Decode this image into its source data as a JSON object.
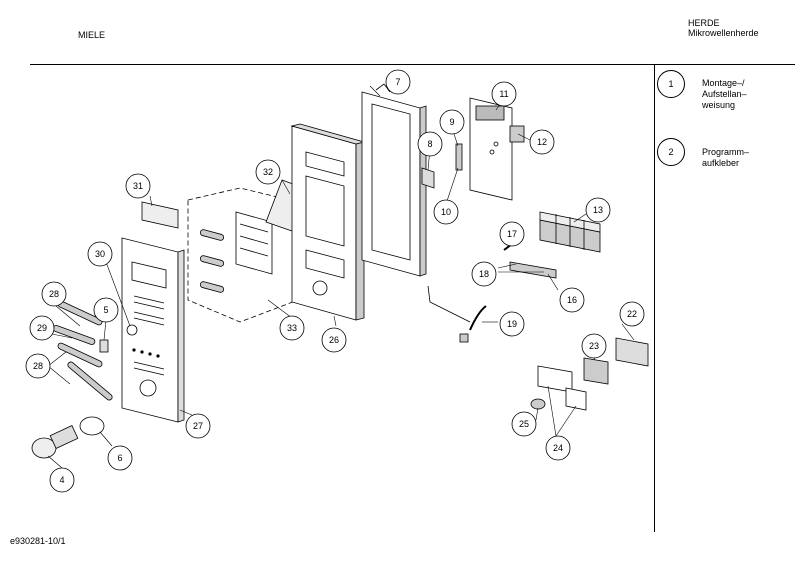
{
  "header": {
    "brand": "MIELE",
    "category_line1": "HERDE",
    "category_line2": "Mikrowellenherde"
  },
  "footer": {
    "code": "e930281-10/1"
  },
  "legend": [
    {
      "num": "1",
      "line1": "Montage–/",
      "line2": "Aufstellan–",
      "line3": "weisung"
    },
    {
      "num": "2",
      "line1": "Programm–",
      "line2": "aufkleber",
      "line3": ""
    }
  ],
  "callouts": [
    "4",
    "5",
    "6",
    "7",
    "8",
    "9",
    "10",
    "11",
    "12",
    "13",
    "16",
    "17",
    "18",
    "19",
    "22",
    "23",
    "24",
    "25",
    "26",
    "27",
    "28",
    "28",
    "29",
    "30",
    "31",
    "32",
    "33"
  ]
}
